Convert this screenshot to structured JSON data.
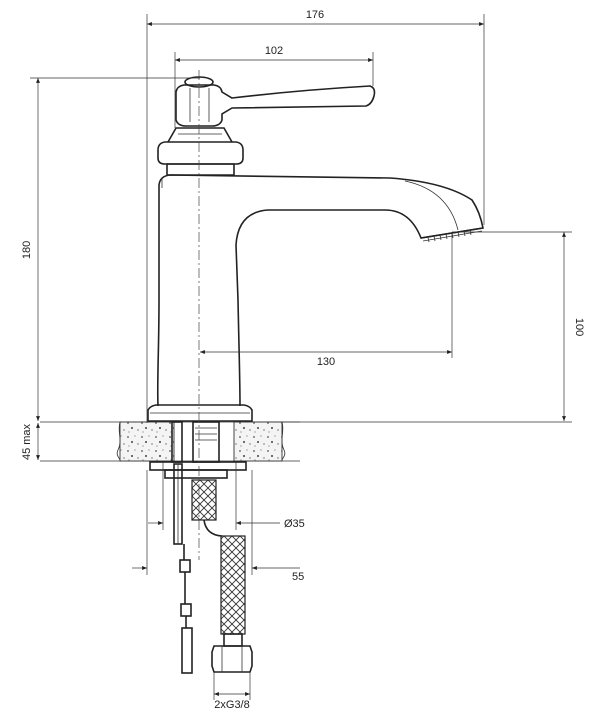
{
  "dimensions": {
    "overall_width": "176",
    "handle_width": "102",
    "total_height": "180",
    "spout_reach": "130",
    "spout_height": "100",
    "counter_thickness": "45 max",
    "hole_diameter": "Ø35",
    "body_depth": "55",
    "connection": "2xG3/8"
  },
  "colors": {
    "line": "#222222",
    "countertop_fill": "#f2f2f2"
  }
}
